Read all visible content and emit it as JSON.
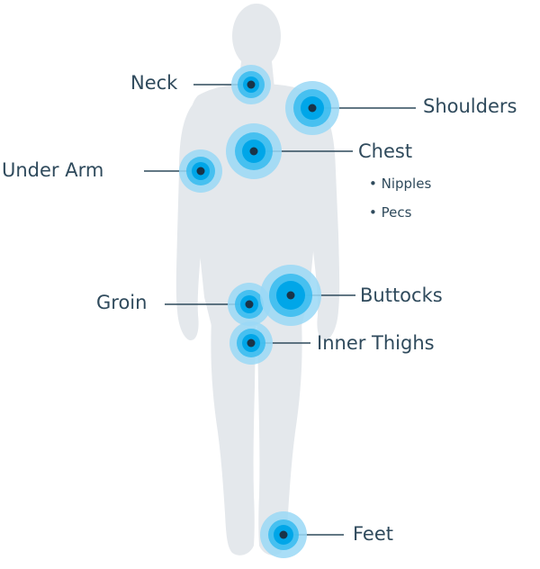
{
  "colors": {
    "body": "#e4e8ec",
    "ring_outer": "#9ad8f6",
    "ring_mid": "#3cbcf0",
    "ring_inner": "#00a6e8",
    "dot": "#1a3448",
    "line": "#2f4a5c",
    "text": "#2f4a5c"
  },
  "regions": [
    {
      "id": "neck",
      "label": "Neck"
    },
    {
      "id": "shoulders",
      "label": "Shoulders"
    },
    {
      "id": "chest",
      "label": "Chest",
      "details": [
        "• Nipples",
        "• Pecs"
      ]
    },
    {
      "id": "under-arm",
      "label": "Under Arm"
    },
    {
      "id": "groin",
      "label": "Groin"
    },
    {
      "id": "buttocks",
      "label": "Buttocks"
    },
    {
      "id": "inner-thighs",
      "label": "Inner Thighs"
    },
    {
      "id": "feet",
      "label": "Feet"
    }
  ]
}
